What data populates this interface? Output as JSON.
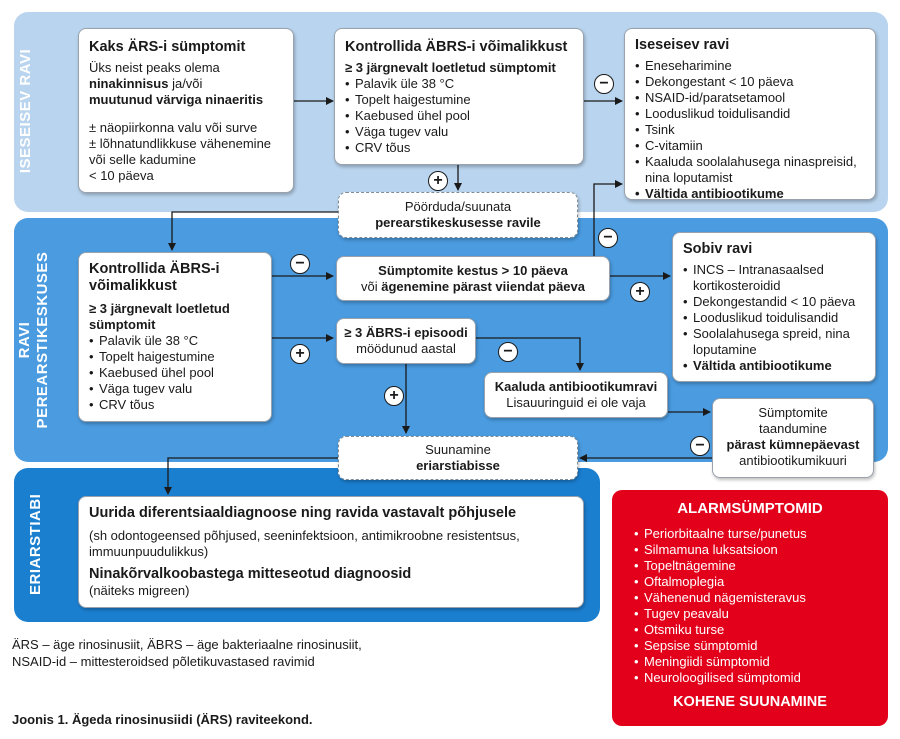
{
  "bands": {
    "top": "ISESEISEV RAVI",
    "middle": "RAVI PEREARSTIKESKUSES",
    "bottom": "ERIARSTIABI"
  },
  "box1": {
    "title": "Kaks ÄRS-i sümptomit",
    "intro": "Üks neist peaks olema",
    "intro_bold1": "ninakinnisus",
    "intro_mid": " ja/või",
    "intro_bold2": "muutunud värviga ninaeritis",
    "items": [
      "± näopiirkonna valu või surve",
      "± lõhnatundlikkuse vähenemine või selle kadumine",
      "< 10 päeva"
    ]
  },
  "box2": {
    "title": "Kontrollida ÄBRS-i võimalikkust",
    "subtitle": "≥ 3 järgnevalt loetletud sümptomit",
    "items": [
      "Palavik üle 38 °C",
      "Topelt haigestumine",
      "Kaebused ühel pool",
      "Väga tugev valu",
      "CRV tõus"
    ]
  },
  "box3": {
    "title": "Iseseisev ravi",
    "items": [
      "Eneseharimine",
      "Dekongestant < 10 päeva",
      "NSAID-id/paratsetamool",
      "Looduslikud toidulisandid",
      "Tsink",
      "C-vitamiin",
      "Kaaluda soolalahusega ninaspreisid, nina loputamist"
    ],
    "bold_item": "Vältida antibiootikume"
  },
  "refer1": {
    "line1": "Pöörduda/suunata",
    "line2": "perearstikeskusesse ravile"
  },
  "box4": {
    "title": "Kontrollida ÄBRS-i võimalikkust",
    "subtitle": "≥ 3 järgnevalt loetletud sümptomit",
    "items": [
      "Palavik üle 38 °C",
      "Topelt haigestumine",
      "Kaebused ühel pool",
      "Väga tugev valu",
      "CRV tõus"
    ]
  },
  "box5": {
    "line1": "Sümptomite kestus > 10 päeva",
    "line2_pre": "või ",
    "line2_bold": "ägenemine pärast viiendat päeva"
  },
  "box6": {
    "line1": "≥ 3 ÄBRS-i episoodi",
    "line2": "möödunud aastal"
  },
  "box7": {
    "line1": "Kaaluda antibiootikumravi",
    "line2": "Lisauuringuid ei ole vaja"
  },
  "box8": {
    "title": "Sobiv ravi",
    "items": [
      "INCS – Intranasaalsed kortikosteroidid",
      "Dekongestandid < 10 päeva",
      "Looduslikud toidulisandid",
      "Soolalahusega spreid, nina loputamine"
    ],
    "bold_item": "Vältida antibiootikume"
  },
  "box9": {
    "line1": "Sümptomite",
    "line2": "taandumine",
    "line3": "pärast kümnepäevast",
    "line4": "antibiootikumikuuri"
  },
  "refer2": {
    "line1": "Suunamine",
    "line2": "eriarstiabisse"
  },
  "box10": {
    "title1": "Uurida diferentsiaaldiagnoose ning ravida vastavalt põhjusele",
    "text1": "(sh odontogeensed põhjused, seeninfektsioon, antimikroobne resistentsus, immuunpuudulikkus)",
    "title2": "Ninakõrvalkoobastega mitteseotud diagnoosid",
    "text2": "(näiteks migreen)"
  },
  "alarm": {
    "title": "ALARMSÜMPTOMID",
    "items": [
      "Periorbitaalne turse/punetus",
      "Silmamuna luksatsioon",
      "Topeltnägemine",
      "Oftalmoplegia",
      "Vähenenud nägemisteravus",
      "Tugev peavalu",
      "Otsmiku turse",
      "Sepsise sümptomid",
      "Meningiidi sümptomid",
      "Neuroloogilised sümptomid"
    ],
    "footer": "KOHENE SUUNAMINE"
  },
  "signs": {
    "plus": "+",
    "minus": "−"
  },
  "legend": {
    "line1": "ÄRS – äge rinosinusiit, ÄBRS – äge bakteriaalne rinosinusiit,",
    "line2": "NSAID-id – mittesteroidsed põletikuvastased ravimid"
  },
  "caption": "Joonis 1. Ägeda rinosinusiidi (ÄRS) raviteekond.",
  "colors": {
    "band_top": "#b9d4ee",
    "band_middle": "#4a9be0",
    "band_bottom": "#1b7fd0",
    "alarm": "#e2001a"
  }
}
